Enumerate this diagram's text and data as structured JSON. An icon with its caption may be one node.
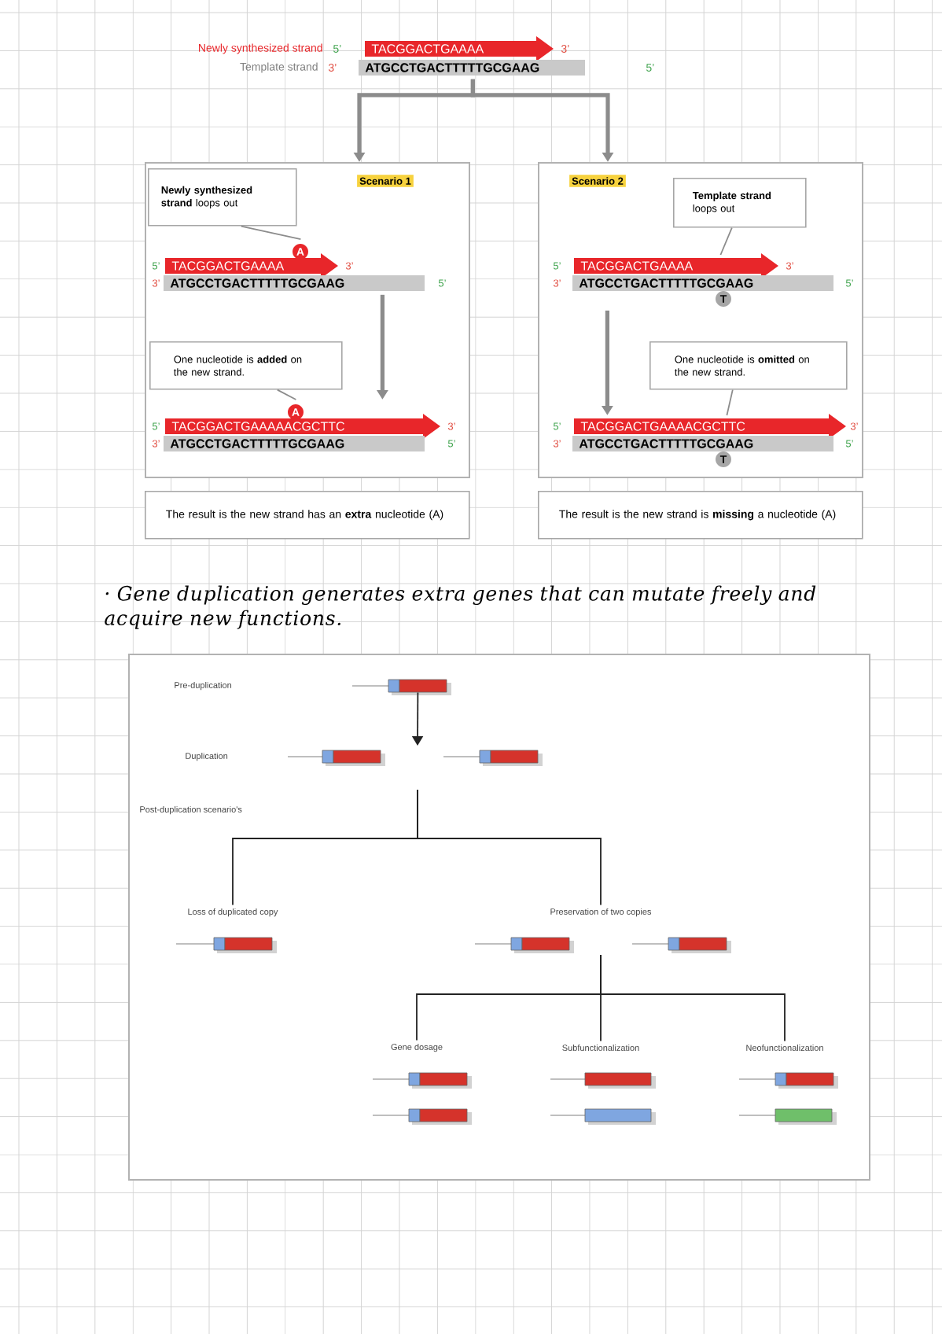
{
  "diagram": {
    "nodes": [
      {
        "text": [
          "TACGGACTGAAAA",
          "ATGCCTGACTTTTTGCGAAG"
        ],
        "beside": [
          "Newly synthesized strand",
          "5’",
          "3’",
          "Template strand",
          "3’"
        ]
      },
      {
        "text": [
          "Scenario 1"
        ]
      },
      {
        "text": [
          "Scenario 2"
        ]
      },
      {
        "text": [
          "**Newly synthesized strand** loops out"
        ],
        "in": 1
      },
      {
        "text": [
          "A",
          "TACGGACTGAAAA",
          "3’",
          "ATGCCTGACTTTTTGCGAAG"
        ],
        "in": 1,
        "beside": [
          "5’",
          "3’",
          "5’"
        ]
      },
      {
        "text": [
          "One nucleotide is **added** on the new strand."
        ],
        "in": 1
      },
      {
        "text": [
          "A",
          "TACGGACTGAAAAACGCTTC",
          "ATGCCTGACTTTTTGCGAAG"
        ],
        "in": 1,
        "beside": [
          "5’",
          "3’",
          "3’",
          "5’"
        ]
      },
      {
        "text": [
          "The result is the new strand has an **extra** nucleotide (A)"
        ]
      },
      {
        "text": [
          "**Template strand** loops out"
        ],
        "in": 2
      },
      {
        "text": [
          "TACGGACTGAAAA",
          "3’",
          "ATGCCTGACTTTTTGCGAAG",
          "T"
        ],
        "in": 2,
        "beside": [
          "5’",
          "3’",
          "5’"
        ]
      },
      {
        "text": [
          "One nucleotide is **omitted** on the new strand."
        ],
        "in": 2
      },
      {
        "text": [
          "TACGGACTGAAAACGCTTC",
          "ATGCCTGACTTTTTGCGAAG",
          "T"
        ],
        "in": 2,
        "beside": [
          "5’",
          "3’",
          "3’",
          "5’"
        ]
      },
      {
        "text": [
          "The result is the new strand is **missing** a nucleotide (A)"
        ]
      },
      {
        "text": [],
        "shape": "bar"
      },
      {
        "text": [],
        "shape": "bar"
      },
      {
        "text": [],
        "shape": "bar"
      },
      {
        "text": [
          "Loss of duplicated copy"
        ]
      },
      {
        "text": [
          "Preservation of two copies"
        ]
      },
      {
        "text": [],
        "shape": "bar"
      },
      {
        "text": [],
        "shape": "bar"
      },
      {
        "text": [],
        "shape": "bar"
      },
      {
        "text": [
          "Gene dosage"
        ]
      },
      {
        "text": [
          "Subfunctionalization"
        ]
      },
      {
        "text": [
          "Neofunctionalization"
        ]
      },
      {
        "text": [],
        "shape": "bar"
      },
      {
        "text": [],
        "shape": "bar"
      },
      {
        "text": [],
        "shape": "bar"
      },
      {
        "text": [],
        "shape": "bar"
      },
      {
        "text": [],
        "shape": "bar"
      },
      {
        "text": [],
        "shape": "bar"
      }
    ],
    "edges": [
      {
        "from": 0,
        "to": 1,
        "arrow": "to",
        "style": "thick"
      },
      {
        "from": 0,
        "to": 2,
        "arrow": "to",
        "style": "thick"
      },
      {
        "from": 3,
        "to": 4,
        "arrow": "none"
      },
      {
        "from": 4,
        "to": 6,
        "arrow": "to",
        "style": "thick"
      },
      {
        "from": 5,
        "to": 6,
        "arrow": "none"
      },
      {
        "from": 8,
        "to": 9,
        "arrow": "none"
      },
      {
        "from": 9,
        "to": 11,
        "arrow": "to",
        "style": "thick"
      },
      {
        "from": 10,
        "to": 11,
        "arrow": "none"
      },
      {
        "from": 13,
        "to": null,
        "arrow": "to",
        "color": "#222222"
      },
      {
        "from": null,
        "to": 16,
        "arrow": "none",
        "color": "#222222"
      },
      {
        "from": null,
        "to": 17,
        "arrow": "none",
        "color": "#222222"
      },
      {
        "from": null,
        "to": 21,
        "arrow": "none",
        "color": "#222222"
      },
      {
        "from": null,
        "to": 22,
        "arrow": "none",
        "color": "#222222"
      },
      {
        "from": null,
        "to": 23,
        "arrow": "none",
        "color": "#222222"
      }
    ],
    "labels": [
      "5’",
      "· Gene duplication generates extra genes that can mutate freely and acquire new functions.",
      "Pre-duplication",
      "Duplication",
      "Post-duplication scenario's"
    ]
  }
}
